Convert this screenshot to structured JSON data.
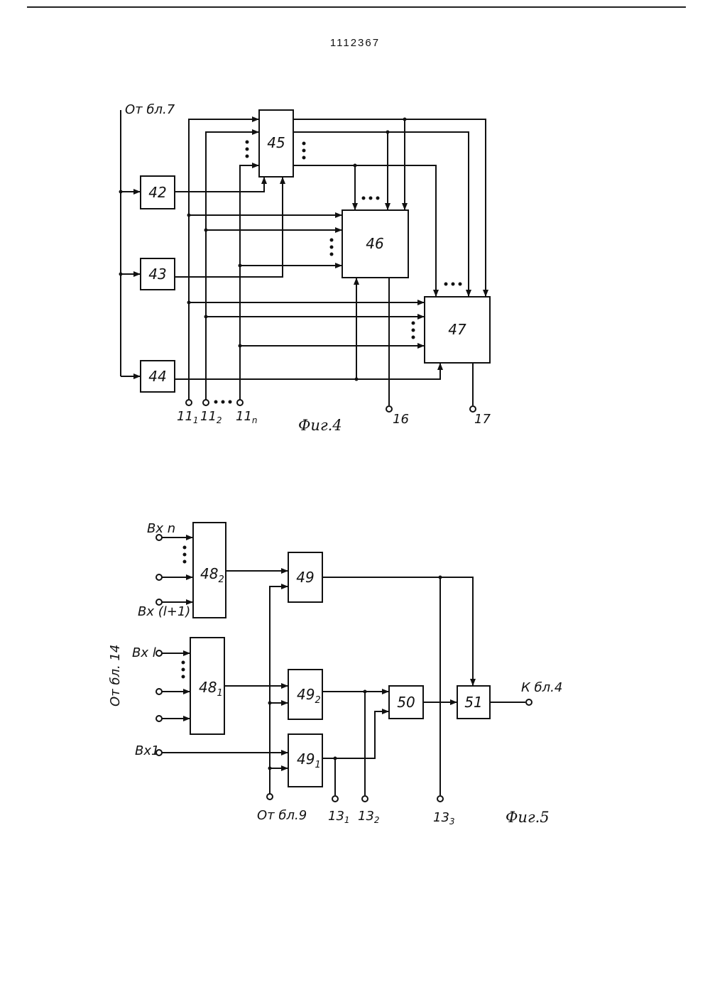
{
  "header": {
    "patent_number": "1112367"
  },
  "fig4": {
    "caption": "Фиг.4",
    "source_label": "От бл.7",
    "blocks": {
      "b42": "42",
      "b43": "43",
      "b44": "44",
      "b45": "45",
      "b46": "46",
      "b47": "47"
    },
    "inputs": {
      "in1_base": "11",
      "in1_sub": "1",
      "in2_base": "11",
      "in2_sub": "2",
      "inn_base": "11",
      "inn_sub": "n"
    },
    "outputs": {
      "out16": "16",
      "out17": "17"
    }
  },
  "fig5": {
    "caption": "Фиг.5",
    "side_label": "От бл. 14",
    "inputs": {
      "vx_n": "Вх n",
      "vx_l1": "Вх (l+1)",
      "vx_l": "Вх l",
      "vx_1": "Вх1"
    },
    "blocks": {
      "b48_2_base": "48",
      "b48_2_sub": "2",
      "b48_1_base": "48",
      "b48_1_sub": "1",
      "b49": "49",
      "b49_2_base": "49",
      "b49_2_sub": "2",
      "b49_1_base": "49",
      "b49_1_sub": "1",
      "b50": "50",
      "b51": "51"
    },
    "from_block": "От бл.9",
    "to_block": "К бл.4",
    "outputs": {
      "o13_1_base": "13",
      "o13_1_sub": "1",
      "o13_2_base": "13",
      "o13_2_sub": "2",
      "o13_3_base": "13",
      "o13_3_sub": "3"
    }
  }
}
